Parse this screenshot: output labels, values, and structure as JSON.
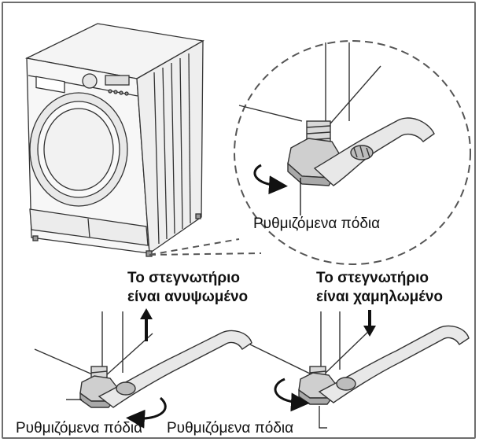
{
  "callout": {
    "label": "Ρυθμιζόμενα πόδια"
  },
  "raised": {
    "line1": "Το στεγνωτήριο",
    "line2": "είναι ανυψωμένο"
  },
  "lowered": {
    "line1": "Το στεγνωτήριο",
    "line2": "είναι χαμηλωμένο"
  },
  "bottom": {
    "left_label": "Ρυθμιζόμενα πόδια",
    "right_label": "Ρυθμιζόμενα πόδια"
  },
  "colors": {
    "line": "#333333",
    "fill_light": "#f2f2f2",
    "fill_mid": "#d9d9d9",
    "fill_dark": "#b3b3b3"
  }
}
